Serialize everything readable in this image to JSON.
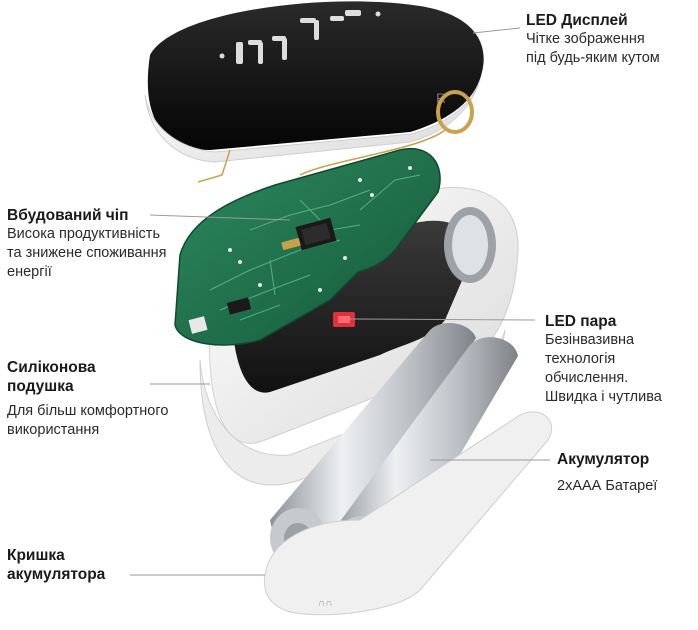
{
  "callouts": {
    "led_display": {
      "title": "LED Дисплей",
      "lines": [
        "Чітке зображення",
        "під будь-яким кутом"
      ]
    },
    "chip": {
      "title": "Вбудований чіп",
      "lines": [
        "Висока продуктивність",
        "та знижене споживання",
        "енергії"
      ]
    },
    "led_pair": {
      "title": "LED пара",
      "lines": [
        "Безінвазивна",
        "технологія",
        "обчислення.",
        "Швидка і чутлива"
      ]
    },
    "cushion": {
      "title_lines": [
        "Силіконова",
        "подушка"
      ],
      "lines": [
        "Для більш комфортного",
        "використання"
      ]
    },
    "accumulator": {
      "title": "Акумулятор",
      "lines": [
        "2хААА Батареї"
      ]
    },
    "battery_cover": {
      "title_lines": [
        "Кришка",
        "акумулятора"
      ]
    }
  },
  "colors": {
    "pcb": "#1f6b4a",
    "shell": "#f1f1f1",
    "display": "#0d0d0d",
    "led": "#e0303a",
    "battery": "#c9ccd0",
    "ring": "#c9a24a"
  }
}
